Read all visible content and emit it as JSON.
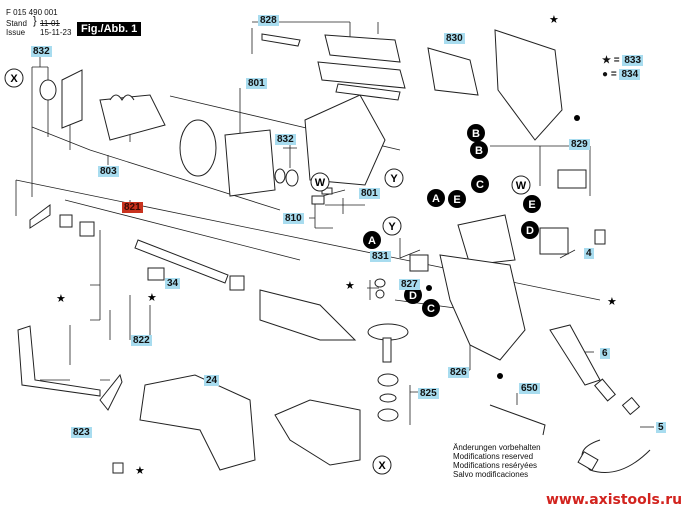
{
  "header": {
    "part_number": "F 015 490 001",
    "stand_label": "Stand",
    "issue_label": "Issue",
    "stand_value": "11-01",
    "issue_value": "15-11-23",
    "figure_title": "Fig./Abb. 1"
  },
  "legend": {
    "star_symbol": "★",
    "dot_symbol": "●",
    "equals": "=",
    "star_part": "833",
    "dot_part": "834"
  },
  "labels": {
    "l828": "828",
    "l830": "830",
    "l832a": "832",
    "l801a": "801",
    "l803": "803",
    "l832b": "832",
    "l801b": "801",
    "l810": "810",
    "l821": "821",
    "l831": "831",
    "l829": "829",
    "l4": "4",
    "l34": "34",
    "l827": "827",
    "l822": "822",
    "l826": "826",
    "l6": "6",
    "l24": "24",
    "l825": "825",
    "l650": "650",
    "l823": "823",
    "l5": "5"
  },
  "connectors": {
    "x": "X",
    "w": "W",
    "y": "Y",
    "a": "A",
    "b": "B",
    "c": "C",
    "d": "D",
    "e": "E"
  },
  "notes": [
    "Änderungen vorbehalten",
    "Modifications reserved",
    "Modifications reséryées",
    "Salvo modificaciones"
  ],
  "website": "www.axistools.ru"
}
